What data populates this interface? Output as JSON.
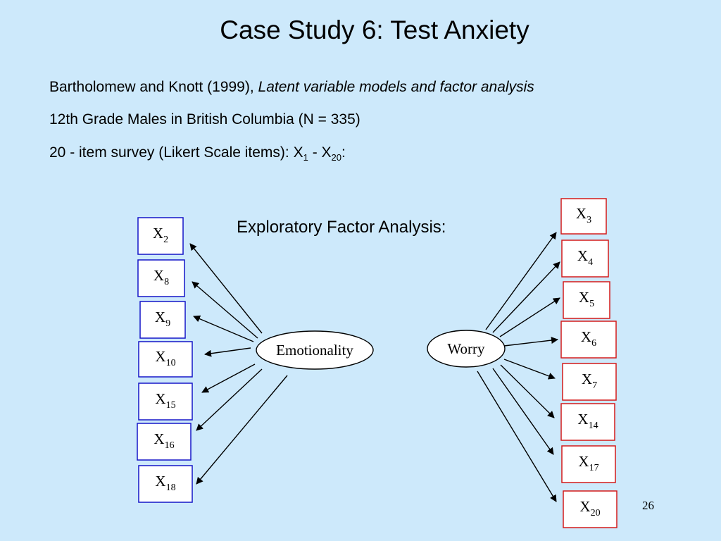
{
  "slide": {
    "title": "Case Study 6: Test Anxiety",
    "reference": {
      "authors": "Bartholomew and Knott (1999), ",
      "book": "Latent variable models and factor analysis"
    },
    "sample": "12th Grade Males in British Columbia  (N = 335)",
    "survey": {
      "prefix": "20 - item survey (Likert Scale items): X",
      "sub_first": "1",
      "middle": " - X",
      "sub_last": "20",
      "suffix": ":"
    },
    "diagram_label": "Exploratory Factor Analysis:",
    "page_number": "26"
  },
  "diagram": {
    "colors": {
      "left_box_border": "#1515c8",
      "right_box_border": "#d41a1a",
      "box_fill": "#ffffff",
      "arrow": "#000000"
    },
    "factors": [
      {
        "id": "emotionality",
        "label": "Emotionality"
      },
      {
        "id": "worry",
        "label": "Worry"
      }
    ],
    "left_items": [
      {
        "letter": "X",
        "sub": "2"
      },
      {
        "letter": "X",
        "sub": "8"
      },
      {
        "letter": "X",
        "sub": "9"
      },
      {
        "letter": "X",
        "sub": "10"
      },
      {
        "letter": "X",
        "sub": "15"
      },
      {
        "letter": "X",
        "sub": "16"
      },
      {
        "letter": "X",
        "sub": "18"
      }
    ],
    "right_items": [
      {
        "letter": "X",
        "sub": "3"
      },
      {
        "letter": "X",
        "sub": "4"
      },
      {
        "letter": "X",
        "sub": "5"
      },
      {
        "letter": "X",
        "sub": "6"
      },
      {
        "letter": "X",
        "sub": "7"
      },
      {
        "letter": "X",
        "sub": "14"
      },
      {
        "letter": "X",
        "sub": "17"
      },
      {
        "letter": "X",
        "sub": "20"
      }
    ]
  }
}
